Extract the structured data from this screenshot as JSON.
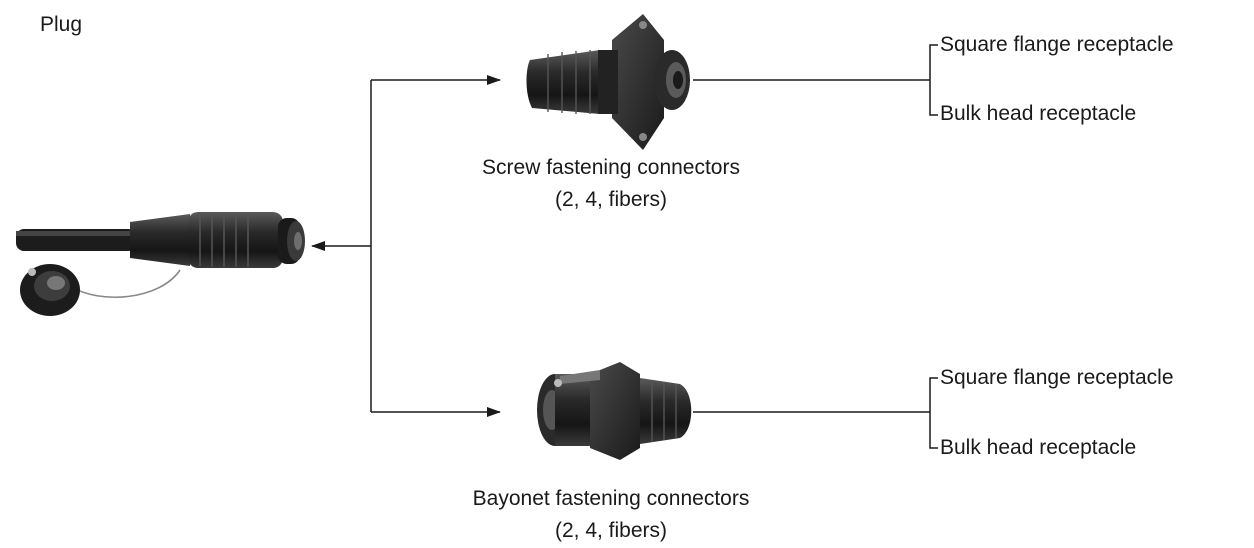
{
  "plug_label": "Plug",
  "screw": {
    "title": "Screw fastening connectors",
    "subtitle": "(2, 4, fibers)",
    "receptacles": [
      "Square flange receptacle",
      "Bulk head receptacle"
    ]
  },
  "bayonet": {
    "title": "Bayonet fastening connectors",
    "subtitle": "(2, 4, fibers)",
    "receptacles": [
      "Square flange receptacle",
      "Bulk head receptacle"
    ]
  },
  "icons": {
    "plug": "plug-connector-with-cap-icon",
    "screw": "screw-connector-icon",
    "bayonet": "bayonet-connector-icon"
  },
  "colors": {
    "line": "#1a1a1a",
    "connector_dark": "#1c1c1c",
    "connector_mid": "#3a3a3a",
    "connector_light": "#6e6e6e"
  }
}
